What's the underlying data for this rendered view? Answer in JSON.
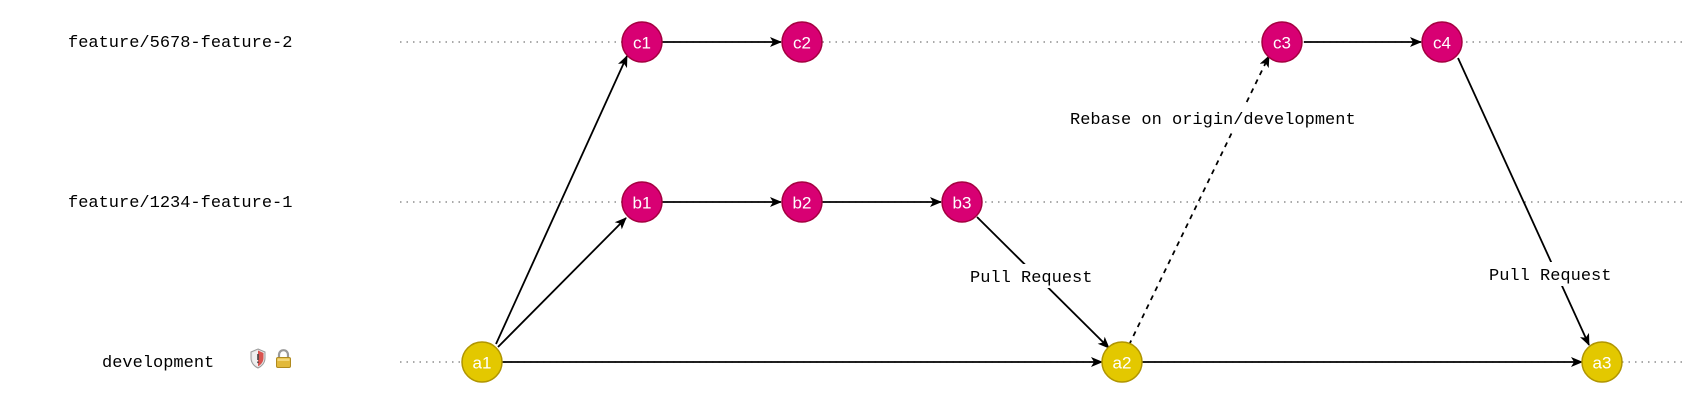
{
  "diagram": {
    "lanes": [
      {
        "id": "feature2",
        "label": "feature/5678-feature-2"
      },
      {
        "id": "feature1",
        "label": "feature/1234-feature-1"
      },
      {
        "id": "development",
        "label": "development",
        "icons": [
          "shield-icon",
          "lock-icon"
        ]
      }
    ],
    "nodes": [
      {
        "id": "c1",
        "label": "c1",
        "lane": "feature2",
        "color": "#D80073"
      },
      {
        "id": "c2",
        "label": "c2",
        "lane": "feature2",
        "color": "#D80073"
      },
      {
        "id": "c3",
        "label": "c3",
        "lane": "feature2",
        "color": "#D80073"
      },
      {
        "id": "c4",
        "label": "c4",
        "lane": "feature2",
        "color": "#D80073"
      },
      {
        "id": "b1",
        "label": "b1",
        "lane": "feature1",
        "color": "#D80073"
      },
      {
        "id": "b2",
        "label": "b2",
        "lane": "feature1",
        "color": "#D80073"
      },
      {
        "id": "b3",
        "label": "b3",
        "lane": "feature1",
        "color": "#D80073"
      },
      {
        "id": "a1",
        "label": "a1",
        "lane": "development",
        "color": "#E3C800"
      },
      {
        "id": "a2",
        "label": "a2",
        "lane": "development",
        "color": "#E3C800"
      },
      {
        "id": "a3",
        "label": "a3",
        "lane": "development",
        "color": "#E3C800"
      }
    ],
    "edges": [
      {
        "from": "a1",
        "to": "c1"
      },
      {
        "from": "a1",
        "to": "b1"
      },
      {
        "from": "a1",
        "to": "a2"
      },
      {
        "from": "c1",
        "to": "c2"
      },
      {
        "from": "b1",
        "to": "b2"
      },
      {
        "from": "b2",
        "to": "b3"
      },
      {
        "from": "b3",
        "to": "a2",
        "label": "Pull Request"
      },
      {
        "from": "a2",
        "to": "c3",
        "label": "Rebase on origin/development",
        "style": "dashed"
      },
      {
        "from": "c3",
        "to": "c4"
      },
      {
        "from": "c4",
        "to": "a3",
        "label": "Pull Request"
      },
      {
        "from": "a2",
        "to": "a3"
      }
    ]
  }
}
